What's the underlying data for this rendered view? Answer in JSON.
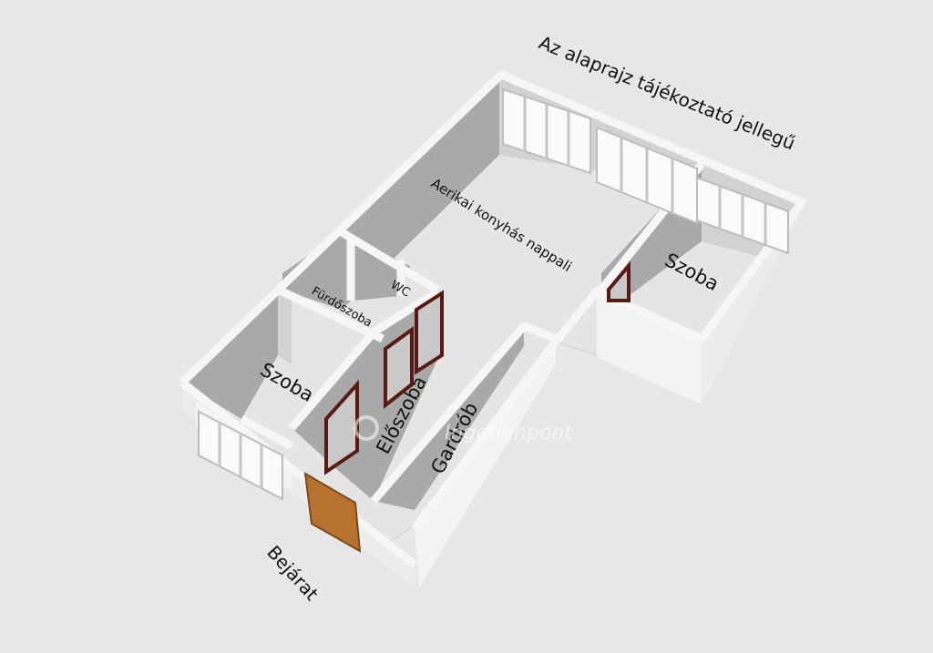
{
  "title": "Az alaprajz tájékoztató jellegű",
  "watermark": "Ingatlanpont",
  "rooms": {
    "living_kitchen": "Aerikai konyhás nappali",
    "room_right": "Szoba",
    "room_left": "Szoba",
    "bathroom": "Fürdőszoba",
    "wc": "WC",
    "hall": "Előszoba",
    "wardrobe": "Gardrób",
    "entrance": "Bejárat"
  },
  "colors": {
    "background": "#e7e7e7",
    "floor": "#e5e5e5",
    "wall_top": "#f6f6f6",
    "wall_inner": "#a9a9a9",
    "wall_outer": "#f3f3f3",
    "entrance_door": "#b8722f",
    "interior_door": "#5a1a14"
  }
}
